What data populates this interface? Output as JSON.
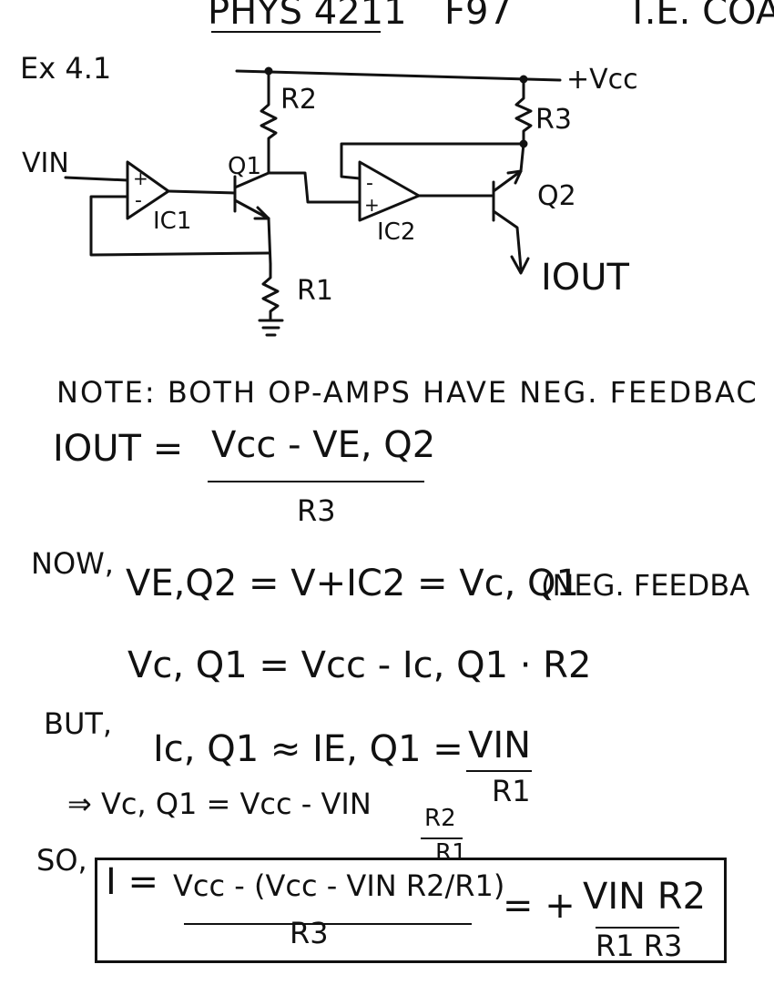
{
  "header": {
    "course": "PHYS 4211",
    "term": "F97",
    "author": "T.E. COA"
  },
  "example": {
    "label": "Ex 4.1"
  },
  "circuit": {
    "vcc": "+Vcc",
    "vin": "VIN",
    "r1": "R1",
    "r2": "R2",
    "r3": "R3",
    "q1": "Q1",
    "q2": "Q2",
    "ic1": "IC1",
    "ic2": "IC2",
    "iout": "IOUT",
    "plus": "+",
    "minus": "-"
  },
  "notes": {
    "note": "NOTE: BOTH OP-AMPS HAVE NEG. FEEDBAC",
    "eq1_lhs": "IOUT =",
    "eq1_num": "Vcc - VE, Q2",
    "eq1_den": "R3",
    "now": "NOW,",
    "eq2": "VE,Q2 = V+IC2 = Vc, Q1",
    "eq2_note": "(NEG. FEEDBA",
    "eq3": "Vc, Q1 = Vcc - Ic, Q1 · R2",
    "but": "BUT,",
    "eq4_lhs": "Ic, Q1 ≈ IE, Q1 =",
    "eq4_num": "VIN",
    "eq4_den": "R1",
    "eq5_lhs": "⇒ Vc, Q1 = Vcc - VIN",
    "eq5_num": "R2",
    "eq5_den": "R1",
    "so": "SO,",
    "final_lhs": "I =",
    "final_num": "Vcc - (Vcc - VIN R2/R1)",
    "final_den": "R3",
    "final_eq": "= +",
    "final_num2": "VIN R2",
    "final_den2": "R1 R3"
  }
}
